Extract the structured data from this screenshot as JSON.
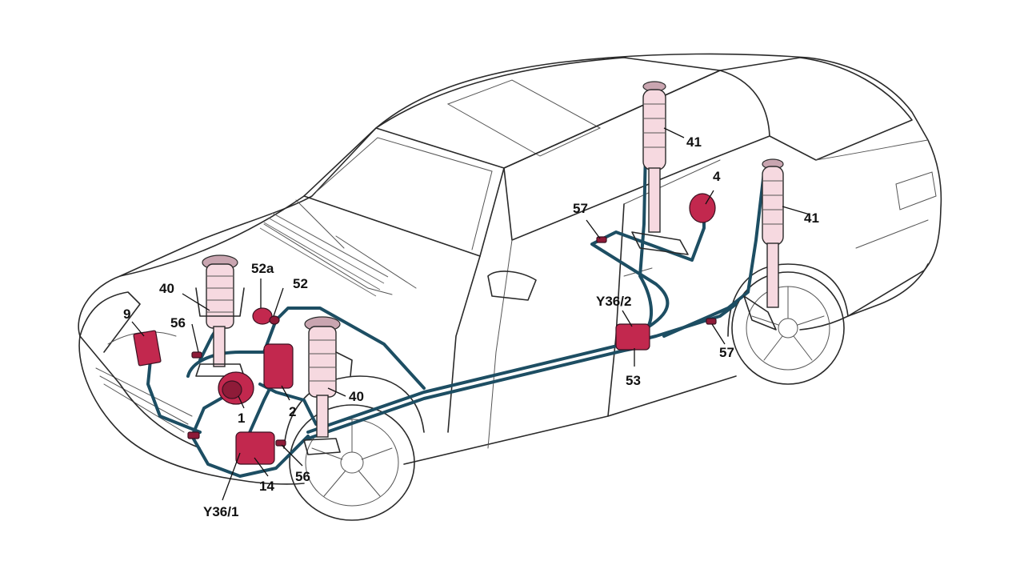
{
  "colors": {
    "air_line": "#1d4e63",
    "component": "#c2284e",
    "component_dark": "#8e1b38",
    "outline": "#2a2a2a"
  },
  "labels": {
    "l1": "1",
    "l2": "2",
    "l4": "4",
    "l9": "9",
    "l14": "14",
    "l40_front_left": "40",
    "l40_front_right": "40",
    "l41_rear_left": "41",
    "l41_rear_right": "41",
    "l52": "52",
    "l52a": "52a",
    "l53": "53",
    "l56_left": "56",
    "l56_bottom": "56",
    "l57_left": "57",
    "l57_right": "57",
    "ly36_1": "Y36/1",
    "ly36_2": "Y36/2"
  }
}
